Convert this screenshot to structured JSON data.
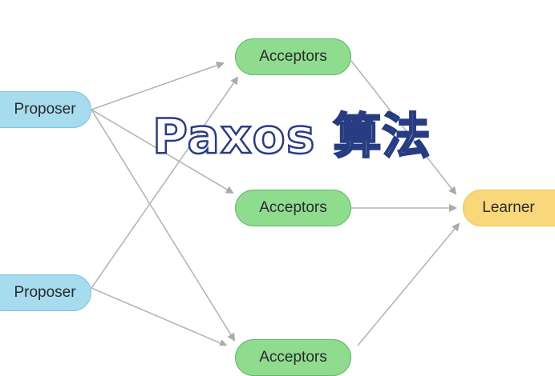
{
  "title": "Paxos 算法",
  "nodes": {
    "proposer_1": {
      "label": "Proposer"
    },
    "proposer_2": {
      "label": "Proposer"
    },
    "acceptor_1": {
      "label": "Acceptors"
    },
    "acceptor_2": {
      "label": "Acceptors"
    },
    "acceptor_3": {
      "label": "Acceptors"
    },
    "learner": {
      "label": "Learner"
    }
  },
  "edges": [
    {
      "from": "proposer_1",
      "to": "acceptor_1"
    },
    {
      "from": "proposer_1",
      "to": "acceptor_2"
    },
    {
      "from": "proposer_1",
      "to": "acceptor_3"
    },
    {
      "from": "proposer_2",
      "to": "acceptor_1"
    },
    {
      "from": "proposer_2",
      "to": "acceptor_3"
    },
    {
      "from": "acceptor_1",
      "to": "learner"
    },
    {
      "from": "acceptor_2",
      "to": "learner"
    },
    {
      "from": "acceptor_3",
      "to": "learner"
    }
  ],
  "colors": {
    "proposer": "#a7dbee",
    "acceptor": "#8fdc8f",
    "learner": "#f8d87a",
    "edge": "#b0b0b0",
    "title_stroke": "#283c82"
  }
}
